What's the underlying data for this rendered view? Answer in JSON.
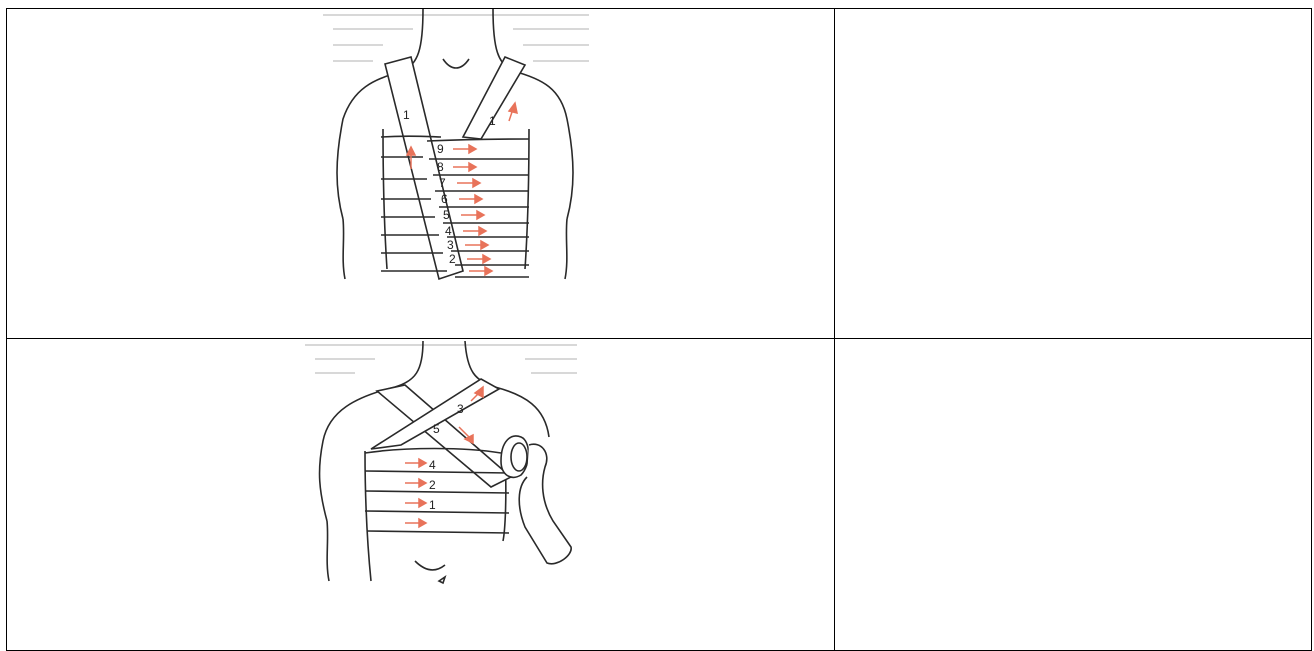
{
  "table": {
    "rows": [
      {
        "figure": {
          "illustration": "chest-bandage-spiral-with-shoulder-strap",
          "strap_labels": [
            "1",
            "1"
          ],
          "turn_labels": [
            "9",
            "8",
            "7",
            "6",
            "5",
            "4",
            "3",
            "2"
          ]
        },
        "right_cell": ""
      },
      {
        "figure": {
          "illustration": "chest-bandage-cruciate",
          "turn_labels": [
            "4",
            "2",
            "1"
          ],
          "cross_labels": [
            "3",
            "5"
          ]
        },
        "right_cell": ""
      }
    ]
  },
  "colors": {
    "line": "#2a2a2a",
    "arrow": "#e8735a",
    "border": "#000000"
  }
}
